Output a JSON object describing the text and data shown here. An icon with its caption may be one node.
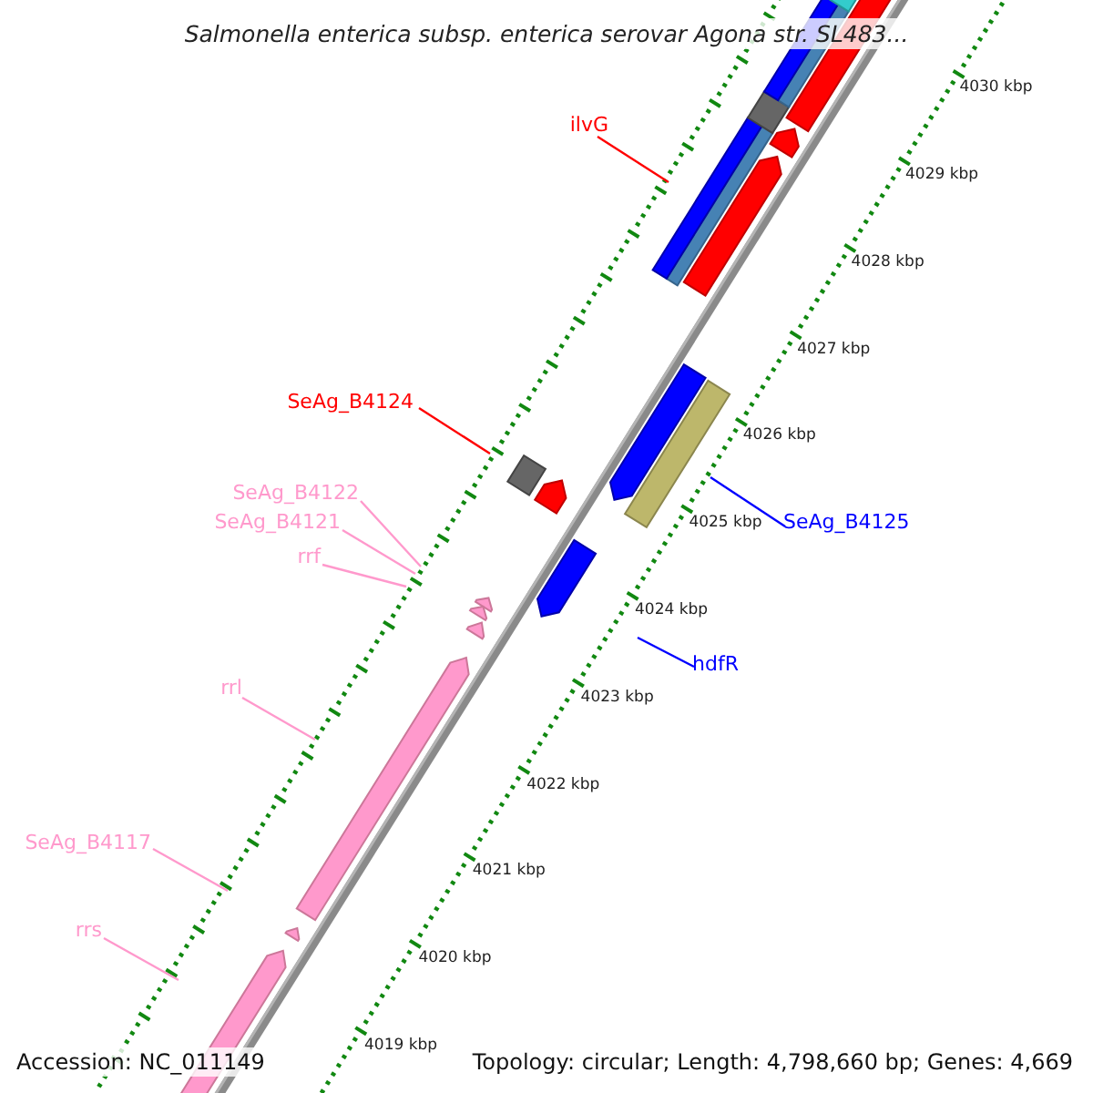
{
  "diagram": {
    "title": "Salmonella enterica subsp. enterica serovar Agona str. SL483...",
    "nodes": [
      {
        "text": [
          "ilvG"
        ]
      },
      {
        "text": [
          "SeAg_B4124"
        ]
      },
      {
        "text": [
          "SeAg_B4122"
        ]
      },
      {
        "text": [
          "SeAg_B4125"
        ]
      },
      {
        "text": [
          "SeAg_B4121"
        ]
      },
      {
        "text": [
          "rrf"
        ]
      },
      {
        "text": [
          "hdfR"
        ]
      },
      {
        "text": [
          "rrl"
        ]
      },
      {
        "text": [
          "SeAg_B4117"
        ]
      },
      {
        "text": [
          "rrs"
        ]
      }
    ],
    "edges": [
      {
        "from": 0,
        "to": null,
        "arrow": "none",
        "color": "#ff0000"
      },
      {
        "from": 1,
        "to": null,
        "arrow": "none",
        "color": "#ff0000"
      },
      {
        "from": 2,
        "to": null,
        "arrow": "none"
      },
      {
        "from": 3,
        "to": null,
        "arrow": "none",
        "color": "#0000ff"
      },
      {
        "from": 4,
        "to": null,
        "arrow": "none"
      },
      {
        "from": 5,
        "to": null,
        "arrow": "none"
      },
      {
        "from": 6,
        "to": null,
        "arrow": "none",
        "color": "#0000ff"
      },
      {
        "from": 7,
        "to": null,
        "arrow": "none"
      },
      {
        "from": 8,
        "to": null,
        "arrow": "none"
      },
      {
        "from": 9,
        "to": null,
        "arrow": "none"
      }
    ],
    "labels": [
      "4030 kbp",
      "4029 kbp",
      "4028 kbp",
      "4027 kbp",
      "4026 kbp",
      "4025 kbp",
      "4024 kbp",
      "4023 kbp",
      "4022 kbp",
      "4021 kbp",
      "4020 kbp",
      "4019 kbp",
      "Accession: NC_011149",
      "Topology: circular; Length: 4,798,660 bp; Genes: 4,669"
    ]
  }
}
